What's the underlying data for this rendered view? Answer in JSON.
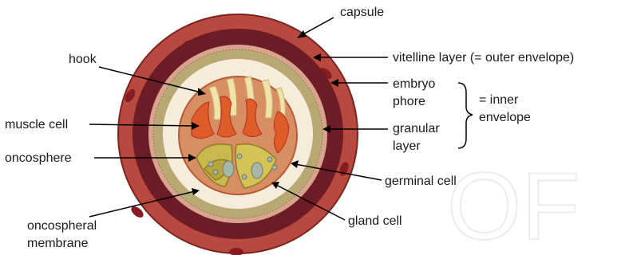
{
  "labels": {
    "capsule": "capsule",
    "vitelline": "vitelline layer (= outer envelope)",
    "hook": "hook",
    "embryophore_1": "embryo",
    "embryophore_2": "phore",
    "inner_envelope_1": "= inner",
    "inner_envelope_2": "envelope",
    "muscle_cell": "muscle cell",
    "granular_1": "granular",
    "granular_2": "layer",
    "oncosphere": "oncosphere",
    "germinal_cell": "germinal cell",
    "gland_cell": "gland cell",
    "oncospheral_1": "oncospheral",
    "oncospheral_2": "membrane"
  },
  "watermark": "OF",
  "colors": {
    "outer_ring": "#b8463e",
    "capsule_dark": "#6a1a22",
    "embryophore": "#f4e9d8",
    "granular": "#b7a874",
    "core": "#d98d63",
    "hooks": "#f0e2a8",
    "muscle": "#e05a2a",
    "germinal": "#c9b84a"
  }
}
